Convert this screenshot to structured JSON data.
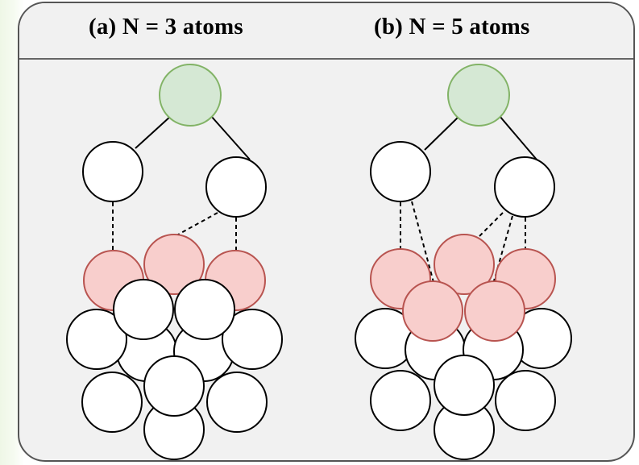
{
  "panels": [
    {
      "id": "a",
      "title": "(a) N = 3 atoms"
    },
    {
      "id": "b",
      "title": "(b) N = 5 atoms"
    }
  ],
  "colors": {
    "root_fill": "#d5e8d4",
    "root_stroke": "#82b366",
    "adsorption_fill": "#f8cecc",
    "adsorption_stroke": "#b85450",
    "atom_fill": "#ffffff",
    "atom_stroke": "#000000",
    "frame_bg": "#f1f1f1",
    "frame_border": "#555555"
  }
}
